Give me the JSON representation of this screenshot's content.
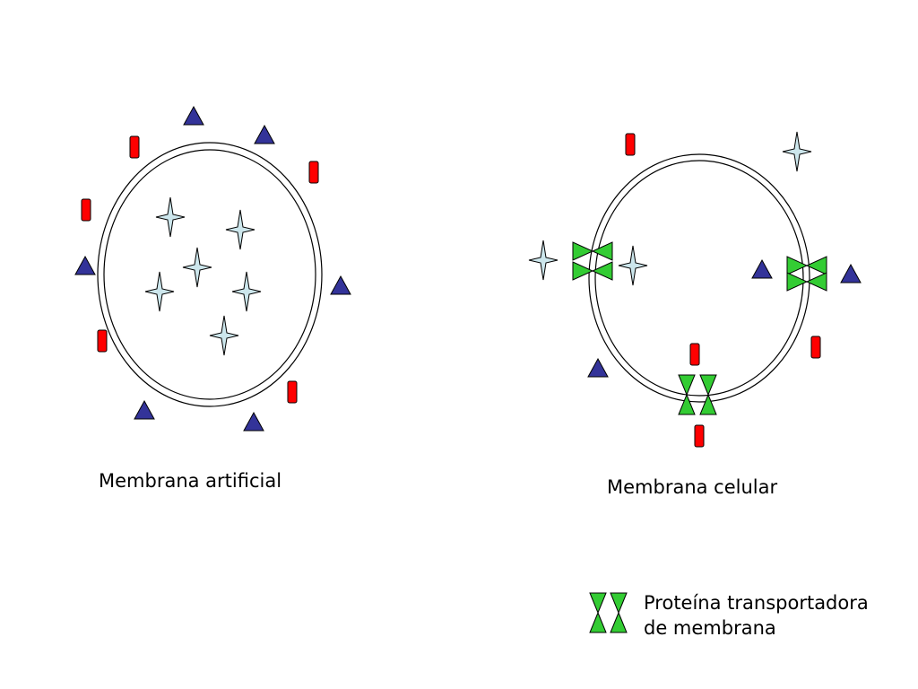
{
  "diagram": {
    "left_membrane": {
      "label": "Membrana artificial"
    },
    "right_membrane": {
      "label": "Membrana celular"
    },
    "legend": {
      "line1": "Proteína transportadora",
      "line2": "de membrana",
      "icon": "transport-protein-icon"
    }
  },
  "colors": {
    "membrane_stroke": "#000000",
    "triangle_fill": "#333399",
    "rectangle_fill": "#ff0000",
    "star_fill": "#cce6ec",
    "protein_fill": "#33cc33"
  }
}
